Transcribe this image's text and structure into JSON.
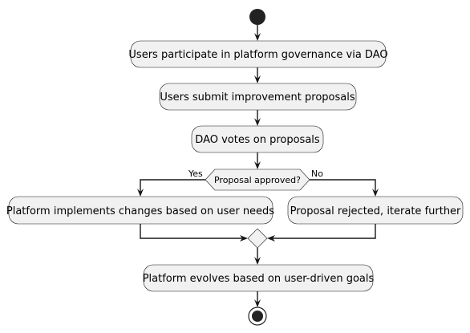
{
  "diagram": {
    "nodes": {
      "step1": "Users participate in platform governance via DAO",
      "step2": "Users submit improvement proposals",
      "step3": "DAO votes on proposals",
      "decision": "Proposal approved?",
      "yes_branch": "Platform implements changes based on user needs",
      "no_branch": "Proposal rejected, iterate further",
      "final": "Platform evolves based on user-driven goals"
    },
    "branch_labels": {
      "yes": "Yes",
      "no": "No"
    }
  }
}
